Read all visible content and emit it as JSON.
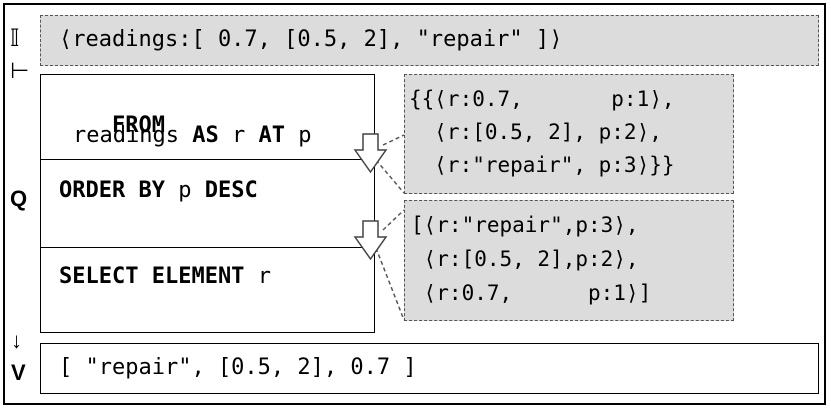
{
  "sidebar": {
    "env_symbol": "𝕀",
    "turnstile": "⊢",
    "query_label": "Q",
    "arrow": "↓",
    "value_label": "V"
  },
  "input_binding": "⟨readings:[ 0.7, [0.5, 2], \"repair\" ]⟩",
  "query": {
    "from_kw": "FROM",
    "from_expr": "readings",
    "as_kw": "AS",
    "as_var": "r",
    "at_kw": "AT",
    "at_var": "p",
    "order_kw": "ORDER BY",
    "order_expr": "p",
    "desc_kw": "DESC",
    "select_kw": "SELECT ELEMENT",
    "select_expr": "r"
  },
  "bag_output": [
    "{{⟨r:0.7,       p:1⟩,",
    "  ⟨r:[0.5, 2], p:2⟩,",
    "  ⟨r:\"repair\", p:3⟩}}"
  ],
  "list_output": [
    "[⟨r:\"repair\",p:3⟩,",
    " ⟨r:[0.5, 2],p:2⟩,",
    " ⟨r:0.7,      p:1⟩]"
  ],
  "result_value": "[ \"repair\", [0.5, 2], 0.7 ]"
}
